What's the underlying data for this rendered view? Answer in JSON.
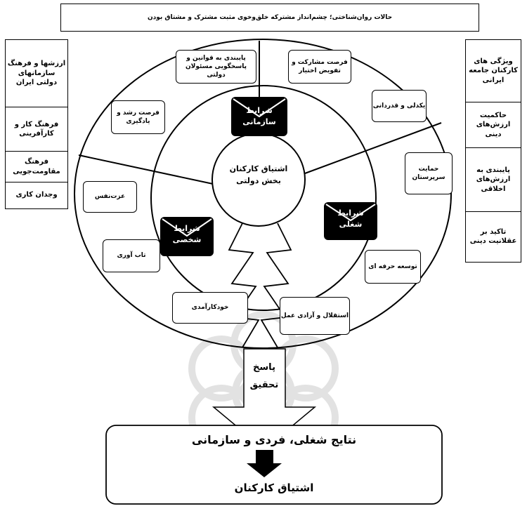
{
  "header": {
    "text": "حالات روان‌شناختی؛ چشم‌انداز مشترکه خلق‌وخوی مثبت مشترک و مشتاق بودن"
  },
  "left_column": {
    "items": [
      "ارزشها و فرهنگ سازمانهای دولتی ایران",
      "فرهنگ کار و کارآفرینی",
      "فرهنگ مقاومت‌جویی",
      "وجدان کاری"
    ]
  },
  "right_column": {
    "items": [
      "ویژگی های کارکنان جامعه ایرانی",
      "حاکمیت ارزش‌های دینی",
      "پایبندی به ارزش‌های اخلاقی",
      "تاکید بر عقلانیت دینی"
    ]
  },
  "center": {
    "line1": "اشتیاق کارکنان",
    "line2": "بخش دولتی"
  },
  "conditions": {
    "organizational": {
      "line1": "شرایط",
      "line2": "سازمانی"
    },
    "job": {
      "line1": "شرایط",
      "line2": "شغلی"
    },
    "personal": {
      "line1": "شرایط",
      "line2": "شخصی"
    }
  },
  "outer_items": {
    "commitment": "پایبندی به قوانین و پاسخگویی مسئولان دولتی",
    "participation": "فرصت مشارکت و تفویض اختیار",
    "growth": "فرصت رشد و یادگیری",
    "justice": "یکدلی و قدردانی",
    "support": "حمایت سرپرستان",
    "self_esteem": "عزت‌نفس",
    "resilience": "تاب آوری",
    "professional": "توسعه حرفه ای",
    "self_efficacy": "خودکارآمدی",
    "autonomy": "استقلال و آزادی عمل"
  },
  "answer": {
    "line1": "پاسخ",
    "line2": "تحقیق"
  },
  "bottom": {
    "title": "نتایج شغلی، فردی و سازمانی",
    "subtitle": "اشتیاق کارکنان"
  }
}
